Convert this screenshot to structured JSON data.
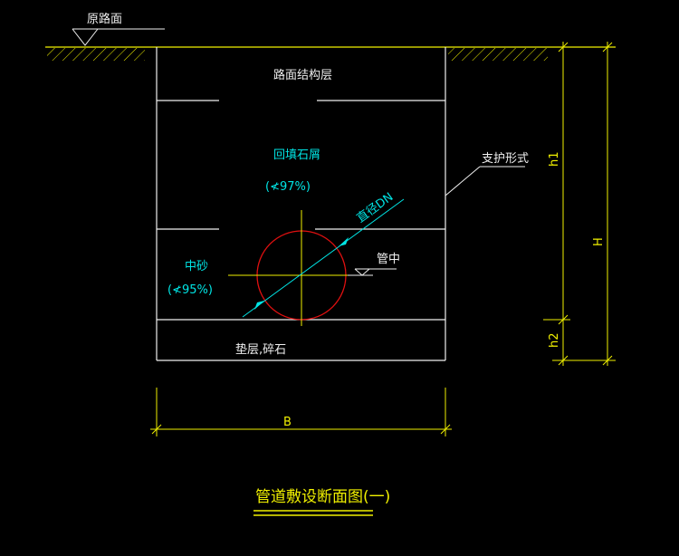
{
  "labels": {
    "original_ground": "原路面",
    "pavement_layer": "路面结构层",
    "backfill": "回填石屑",
    "backfill_compaction": "(≮97%)",
    "support_type": "支护形式",
    "diameter": "直径DN",
    "pipe_center": "管中",
    "medium_sand": "中砂",
    "sand_compaction": "(≮95%)",
    "cushion": "垫层,碎石",
    "dim_width": "B",
    "dim_total_height": "H",
    "dim_h1": "h1",
    "dim_h2": "h2"
  },
  "title": "管道敷设断面图(一)",
  "colors": {
    "background": "#000000",
    "outline": "#f0f0f0",
    "annotation": "#00e5e5",
    "dimension": "#f0f000",
    "pipe": "#e01010"
  }
}
